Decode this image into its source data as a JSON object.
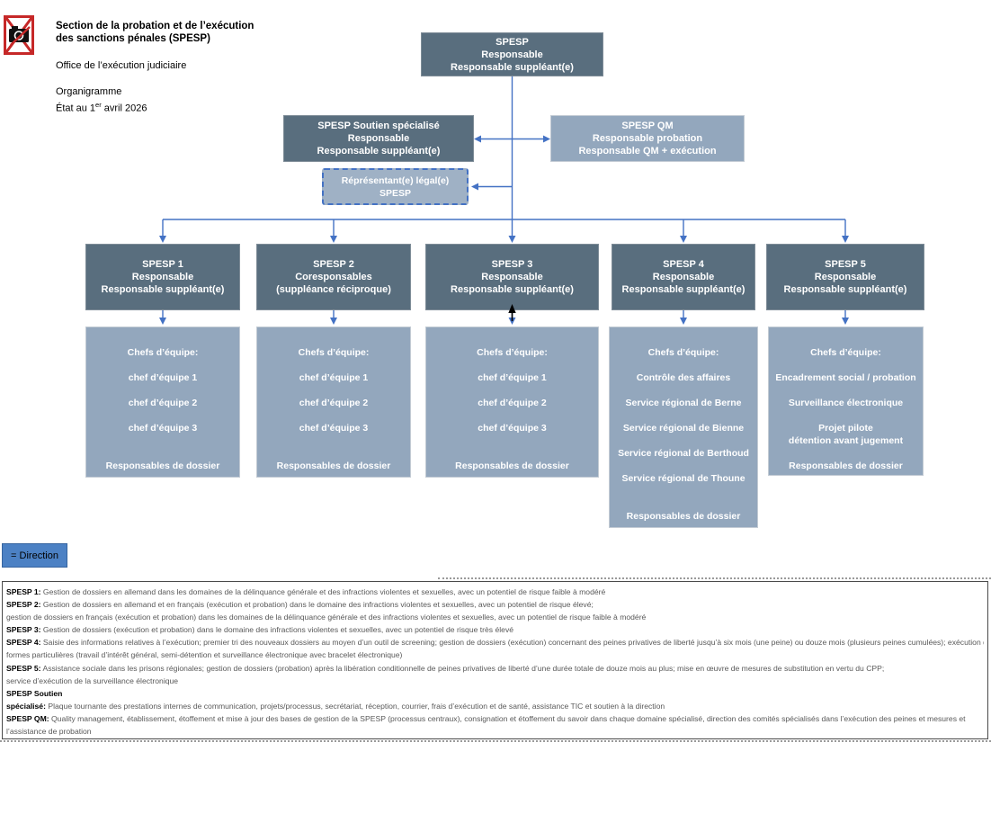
{
  "header": {
    "title_line1": "Section de la probation et de l’exécution",
    "title_line2": "des sanctions pénales (SPESP)",
    "subtitle": "Office de l’exécution judiciaire",
    "doc_type": "Organigramme",
    "date_prefix": "État au 1",
    "date_sup": "er",
    "date_suffix": " avril 2026",
    "logo_icon": "broken-image-icon"
  },
  "colors": {
    "box_dark": "#596E7E",
    "box_light": "#93A7BD",
    "arrow_blue": "#4472C4",
    "legend_blue": "#4C81C4"
  },
  "chart": {
    "root": {
      "line1": "SPESP",
      "line2": "Responsable",
      "line3": "Responsable suppléant(e)"
    },
    "soutien": {
      "line1": "SPESP Soutien spécialisé",
      "line2": "Responsable",
      "line3": "Responsable suppléant(e)"
    },
    "qm": {
      "line1": "SPESP QM",
      "line2": "Responsable probation",
      "line3": "Responsable QM + exécution"
    },
    "legal": {
      "line1": "Réprésentant(e) légal(e)",
      "line2": "SPESP"
    },
    "units": [
      {
        "title": "SPESP 1",
        "line2": "Responsable",
        "line3": "Responsable suppléant(e)",
        "team": [
          "Chefs d’équipe:",
          "chef d’équipe 1",
          "chef d’équipe 2",
          "chef d’équipe 3",
          "Responsables de dossier"
        ]
      },
      {
        "title": "SPESP 2",
        "line2": "Coresponsables",
        "line3": "(suppléance réciproque)",
        "team": [
          "Chefs d’équipe:",
          "chef d’équipe 1",
          "chef d’équipe 2",
          "chef d’équipe 3",
          "Responsables de dossier"
        ]
      },
      {
        "title": "SPESP 3",
        "line2": "Responsable",
        "line3": "Responsable suppléant(e)",
        "team": [
          "Chefs d’équipe:",
          "chef d’équipe 1",
          "chef d’équipe 2",
          "chef d’équipe 3",
          "Responsables de dossier"
        ]
      },
      {
        "title": "SPESP 4",
        "line2": "Responsable",
        "line3": "Responsable suppléant(e)",
        "team": [
          "Chefs d’équipe:",
          "Contrôle des affaires",
          "Service régional de Berne",
          "Service régional de Bienne",
          "Service régional de Berthoud",
          "Service régional de Thoune",
          "Responsables de dossier"
        ]
      },
      {
        "title": "SPESP 5",
        "line2": "Responsable",
        "line3": "Responsable suppléant(e)",
        "team": [
          "Chefs d’équipe:",
          "Encadrement social / probation",
          "Surveillance électronique",
          "Projet pilote",
          "détention avant jugement",
          "Responsables de dossier"
        ]
      }
    ]
  },
  "legend": {
    "label": "= Direction"
  },
  "footnotes": [
    {
      "label": "SPESP 1:",
      "text": " Gestion de dossiers en allemand dans les domaines de la délinquance générale et des infractions violentes et sexuelles, avec un potentiel de risque faible à modéré"
    },
    {
      "label": "SPESP 2:",
      "text": " Gestion de dossiers en allemand et en français (exécution et probation) dans le domaine des infractions violentes et sexuelles, avec un potentiel de risque élevé;"
    },
    {
      "label": "",
      "text": "gestion de dossiers en français (exécution et probation) dans les domaines de la délinquance générale et des infractions violentes et sexuelles, avec un potentiel de risque faible à modéré"
    },
    {
      "label": "SPESP 3:",
      "text": " Gestion de dossiers (exécution et probation) dans le domaine des infractions violentes et sexuelles, avec un potentiel de risque très élevé"
    },
    {
      "label": "SPESP 4:",
      "text": " Saisie des informations relatives à l’exécution; premier tri des nouveaux dossiers au moyen d’un outil de screening; gestion de dossiers (exécution) concernant des peines privatives de liberté jusqu’à six mois (une peine) ou douze mois (plusieurs peines cumulées); exécution de peines sous des"
    },
    {
      "label": "",
      "text": "formes particulières (travail d’intérêt général, semi-détention et surveillance électronique avec bracelet électronique)"
    },
    {
      "label": "SPESP 5:",
      "text": " Assistance sociale dans les prisons régionales; gestion de dossiers (probation) après la libération conditionnelle de peines privatives de liberté d’une durée totale de douze mois au plus; mise en œuvre de mesures de substitution en vertu du CPP;"
    },
    {
      "label": "",
      "text": "service d’exécution de la surveillance électronique"
    },
    {
      "label": "SPESP Soutien",
      "text": ""
    },
    {
      "label": "spécialisé:",
      "text": " Plaque tournante des prestations internes de communication, projets/processus, secrétariat, réception, courrier, frais d’exécution et de santé, assistance TIC et soutien à la direction"
    },
    {
      "label": "SPESP QM:",
      "text": " Quality management, établissement, étoffement et mise à jour des bases de gestion de la SPESP (processus centraux), consignation et étoffement du savoir dans chaque domaine spécialisé, direction des comités spécialisés dans l’exécution des peines et mesures et"
    },
    {
      "label": "",
      "text": "l’assistance de probation"
    }
  ]
}
